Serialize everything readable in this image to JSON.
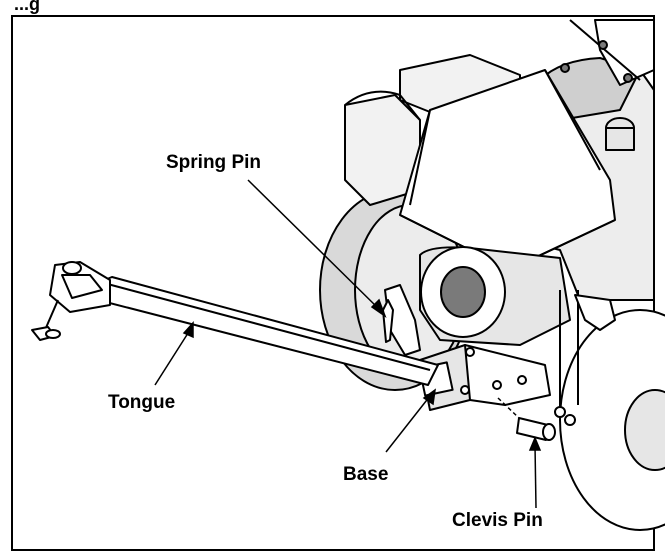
{
  "figure": {
    "caption_fragment": "...g",
    "labels": {
      "spring_pin": "Spring Pin",
      "tongue": "Tongue",
      "base": "Base",
      "clevis_pin": "Clevis Pin"
    }
  },
  "colors": {
    "line": "#000000",
    "fill": "#ffffff",
    "shade": "#d9d9d9",
    "dark": "#7a7a7a"
  }
}
